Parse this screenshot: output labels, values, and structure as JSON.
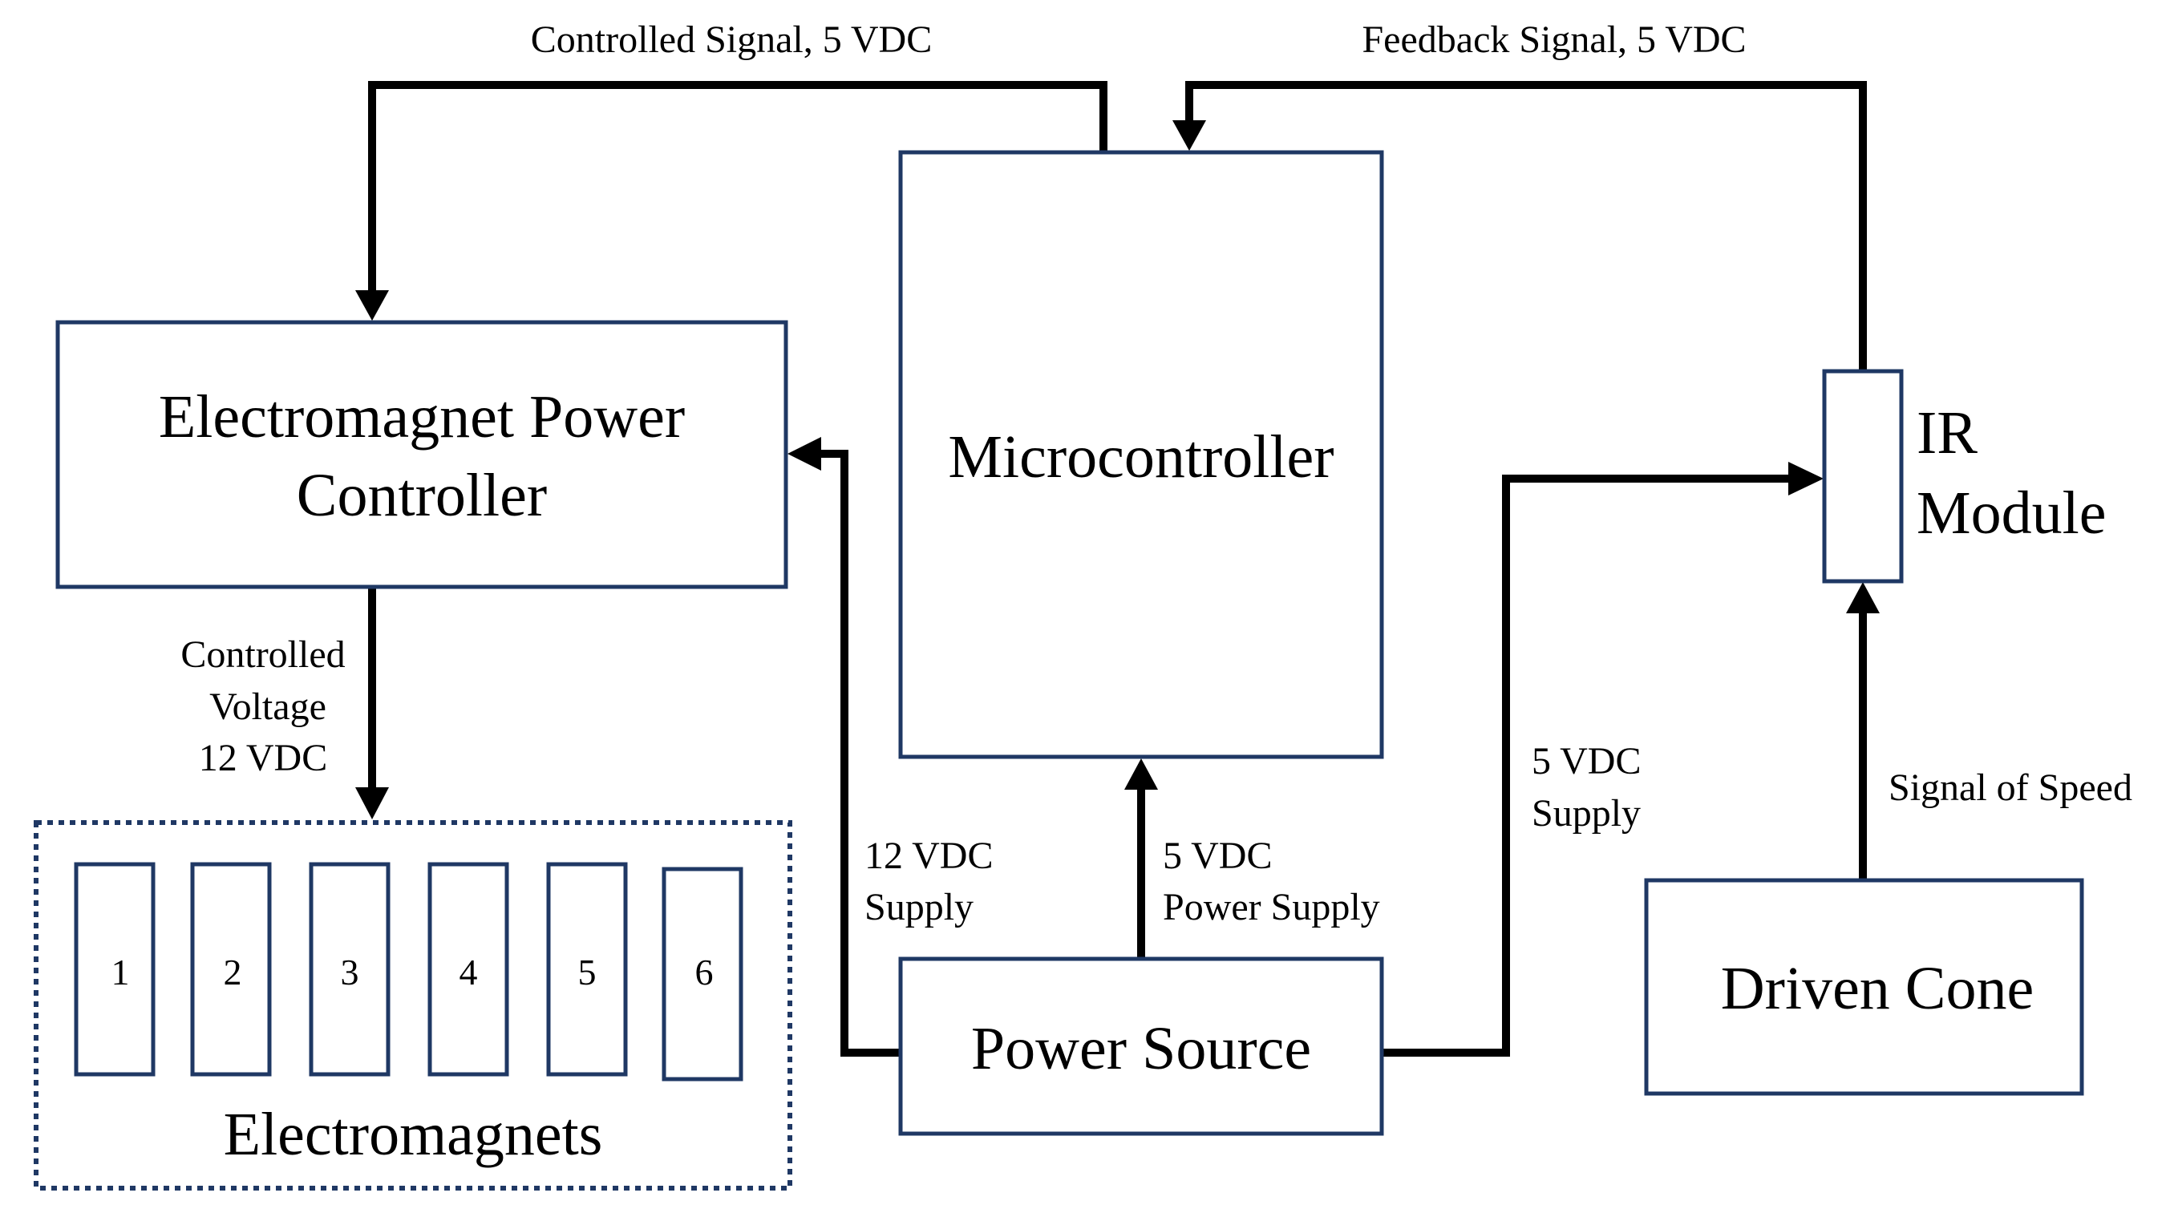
{
  "blocks": {
    "controller_line1": "Electromagnet Power",
    "controller_line2": "Controller",
    "microcontroller": "Microcontroller",
    "ir_line1": "IR",
    "ir_line2": "Module",
    "electromagnets": "Electromagnets",
    "power_source": "Power Source",
    "driven_cone": "Driven Cone"
  },
  "magnets": [
    "1",
    "2",
    "3",
    "4",
    "5",
    "6"
  ],
  "labels": {
    "controlled_signal": "Controlled Signal, 5 VDC",
    "feedback_signal": "Feedback Signal, 5 VDC",
    "controlled_voltage_1": "Controlled",
    "controlled_voltage_2": "Voltage",
    "controlled_voltage_3": "12 VDC",
    "supply12_1": "12 VDC",
    "supply12_2": "Supply",
    "power5_1": "5 VDC",
    "power5_2": "Power Supply",
    "supply5_1": "5 VDC",
    "supply5_2": "Supply",
    "signal_speed": "Signal of Speed"
  },
  "colors": {
    "box_border": "#1f3864",
    "wire": "#000000"
  }
}
